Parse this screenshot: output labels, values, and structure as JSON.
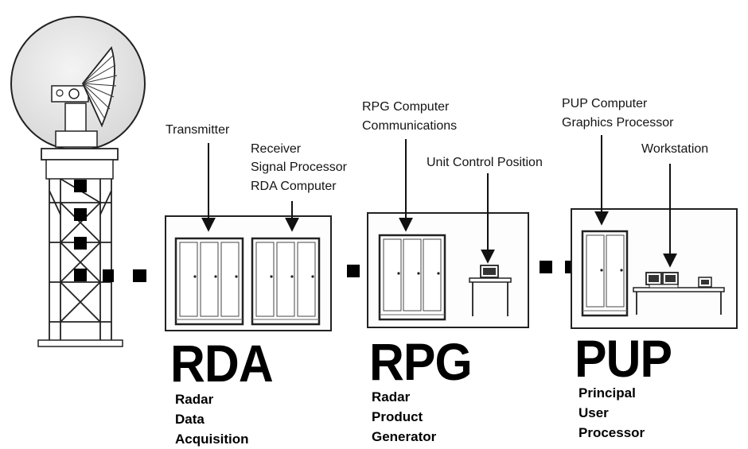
{
  "labels": {
    "transmitter": "Transmitter",
    "receiver": "Receiver",
    "signal_processor": "Signal Processor",
    "rda_computer": "RDA Computer",
    "rpg_computer": "RPG Computer",
    "communications": "Communications",
    "unit_control_position": "Unit Control Position",
    "pup_computer": "PUP Computer",
    "graphics_processor": "Graphics Processor",
    "workstation": "Workstation"
  },
  "units": [
    {
      "abbr": "RDA",
      "name_lines": [
        "Radar",
        "Data",
        "Acquisition"
      ]
    },
    {
      "abbr": "RPG",
      "name_lines": [
        "Radar",
        "Product",
        "Generator"
      ]
    },
    {
      "abbr": "PUP",
      "name_lines": [
        "Principal",
        "User",
        "Processor"
      ]
    }
  ]
}
